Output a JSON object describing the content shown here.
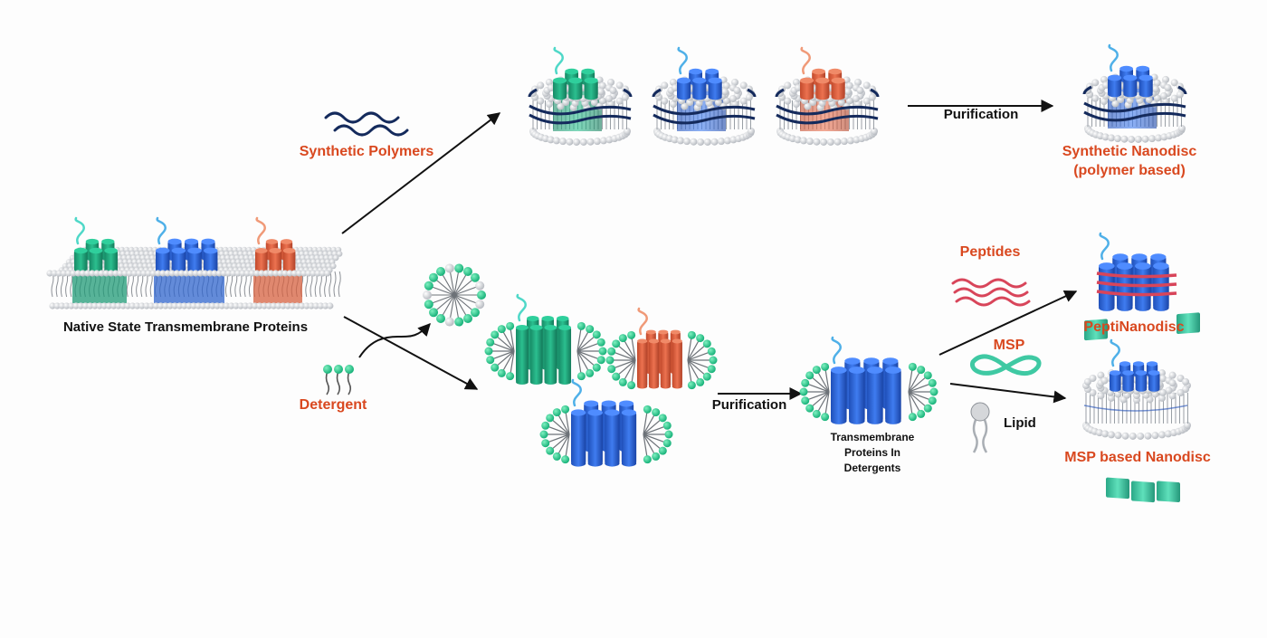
{
  "diagram": {
    "title": "Membrane protein extraction routes to nanodiscs",
    "colors": {
      "label_accent": "#d9481f",
      "label_dark": "#111111",
      "protein_green": "#1fa27a",
      "protein_blue": "#2f66d6",
      "protein_orange": "#de5a38",
      "polymer_navy": "#142a5c",
      "peptide_red": "#d8455a",
      "msp_teal": "#3fc9a3",
      "detergent_head": "#2ccf8f",
      "lipid_head": "#cfd3d8"
    },
    "labels": {
      "native": "Native State Transmembrane Proteins",
      "synthetic_polymers": "Synthetic Polymers",
      "detergent": "Detergent",
      "purification_top": "Purification",
      "purification_mid": "Purification",
      "synthetic_nanodisc_line1": "Synthetic Nanodisc",
      "synthetic_nanodisc_line2": "(polymer based)",
      "tm_in_detergents_line1": "Transmembrane",
      "tm_in_detergents_line2": "Proteins In",
      "tm_in_detergents_line3": "Detergents",
      "peptides": "Peptides",
      "peptinanodisc": "PeptiNanodisc",
      "msp": "MSP",
      "lipid": "Lipid",
      "msp_nanodisc": "MSP based Nanodisc"
    },
    "icons": {
      "membrane": "lipid-bilayer-with-proteins-icon",
      "polymer": "wavy-polymer-icon",
      "detergent": "detergent-molecule-icon",
      "micelle": "micelle-icon",
      "nanodisc": "polymer-nanodisc-icon",
      "peptide": "wavy-peptide-icon",
      "msp": "msp-ribbon-icon",
      "lipid": "lipid-molecule-icon"
    },
    "proteins": [
      "green",
      "blue",
      "orange"
    ]
  }
}
